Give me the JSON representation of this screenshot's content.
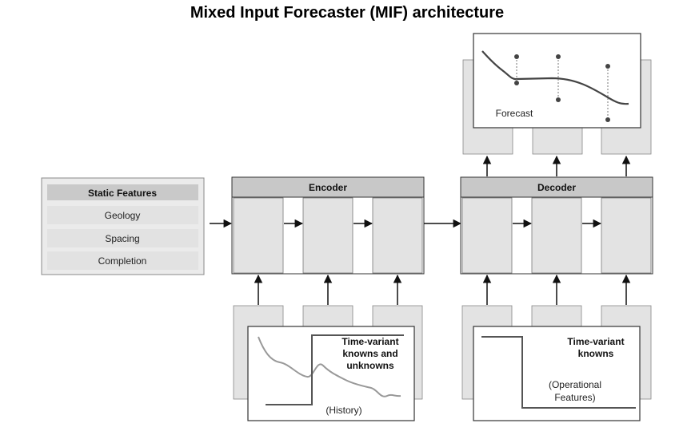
{
  "title": "Mixed Input Forecaster (MIF) architecture",
  "static_features": {
    "header": "Static Features",
    "items": [
      "Geology",
      "Spacing",
      "Completion"
    ]
  },
  "encoder": {
    "label": "Encoder"
  },
  "decoder": {
    "label": "Decoder"
  },
  "forecast": {
    "label": "Forecast"
  },
  "history_input": {
    "line1": "Time-variant",
    "line2": "knowns and",
    "line3": "unknowns",
    "caption": "(History)"
  },
  "future_input": {
    "line1": "Time-variant",
    "line2": "knowns",
    "caption_line1": "(Operational",
    "caption_line2": "Features)"
  },
  "colors": {
    "cell_fill": "#e3e3e3",
    "header_fill": "#c8c8c8",
    "border": "#333333",
    "stroke": "#555555"
  }
}
